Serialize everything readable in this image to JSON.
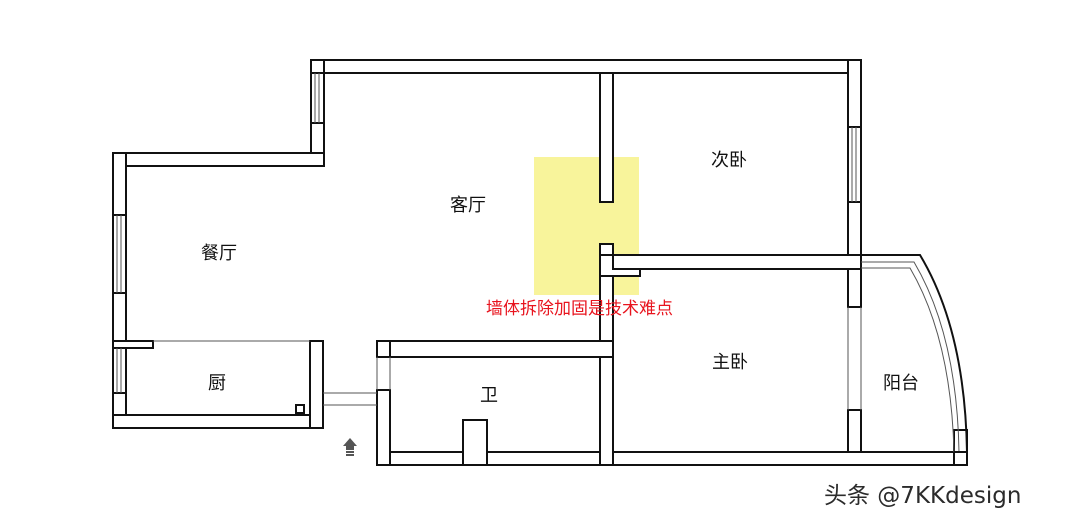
{
  "rooms": {
    "living_room": "客厅",
    "dining_room": "餐厅",
    "second_bedroom": "次卧",
    "master_bedroom": "主卧",
    "kitchen": "厨",
    "bathroom": "卫",
    "balcony": "阳台"
  },
  "annotation": {
    "text": "墙体拆除加固是技术难点",
    "color": "#e8141e",
    "highlight_color": "#f5f07a"
  },
  "watermark": {
    "text": "头条 @7KKdesign",
    "color": "#2b2b2b"
  },
  "entrance_icon": "up-arrow-icon"
}
